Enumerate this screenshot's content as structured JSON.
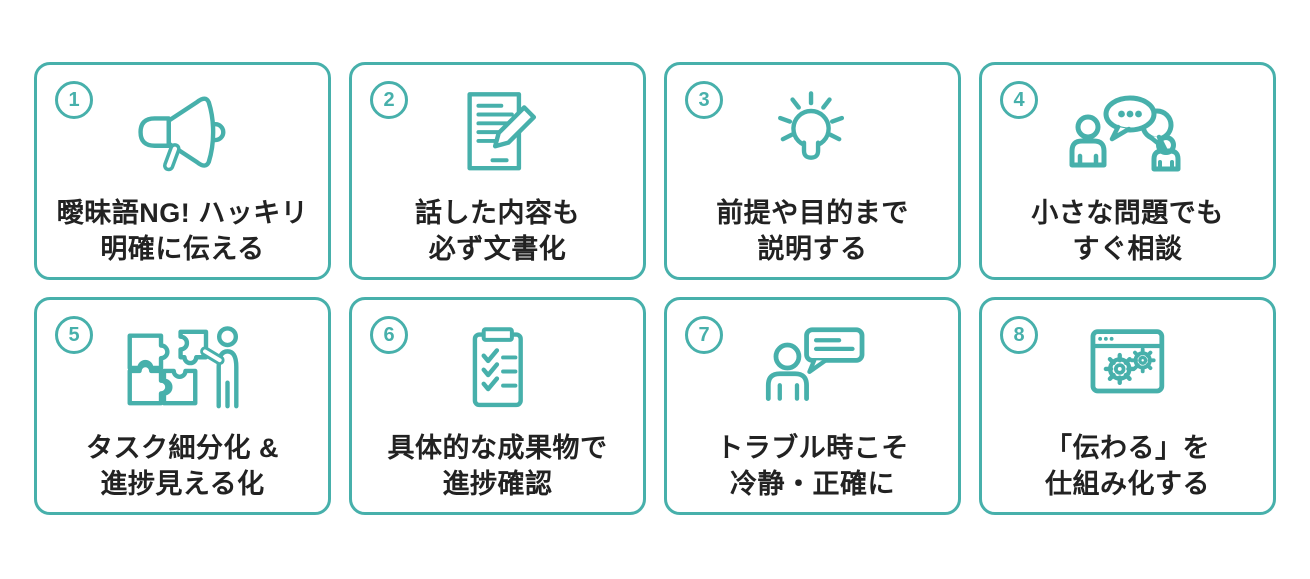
{
  "theme": {
    "accent": "#47B0AB",
    "text_color": "#222222",
    "background": "#FFFFFF"
  },
  "cards": [
    {
      "number": "1",
      "icon": "megaphone-icon",
      "line1": "曖昧語NG! ハッキリ",
      "line2": "明確に伝える"
    },
    {
      "number": "2",
      "icon": "document-pencil-icon",
      "line1": "話した内容も",
      "line2": "必ず文書化"
    },
    {
      "number": "3",
      "icon": "lightbulb-icon",
      "line1": "前提や目的まで",
      "line2": "説明する"
    },
    {
      "number": "4",
      "icon": "people-chat-icon",
      "line1": "小さな問題でも",
      "line2": "すぐ相談"
    },
    {
      "number": "5",
      "icon": "puzzle-person-icon",
      "line1": "タスク細分化 &",
      "line2": "進捗見える化"
    },
    {
      "number": "6",
      "icon": "checklist-clipboard-icon",
      "line1": "具体的な成果物で",
      "line2": "進捗確認"
    },
    {
      "number": "7",
      "icon": "person-speech-icon",
      "line1": "トラブル時こそ",
      "line2": "冷静・正確に"
    },
    {
      "number": "8",
      "icon": "browser-gears-icon",
      "line1": "「伝わる」を",
      "line2": "仕組み化する"
    }
  ]
}
